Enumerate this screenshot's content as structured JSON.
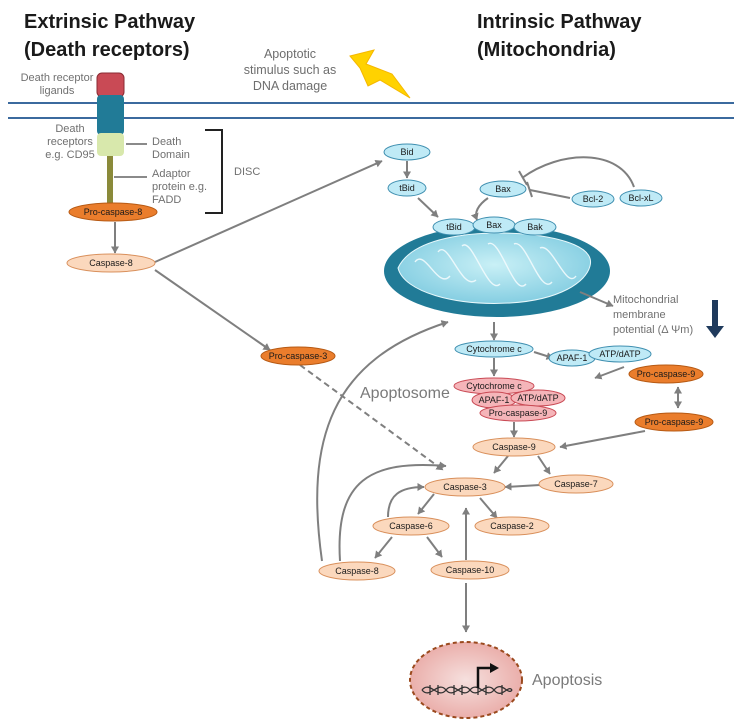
{
  "titles": {
    "extrinsic_line1": "Extrinsic Pathway",
    "extrinsic_line2": "(Death receptors)",
    "intrinsic_line1": "Intrinsic Pathway",
    "intrinsic_line2": "(Mitochondria)"
  },
  "stimulus": {
    "line1": "Apoptotic",
    "line2": "stimulus such as",
    "line3": "DNA damage"
  },
  "receptor": {
    "ligands_line1": "Death receptor",
    "ligands_line2": "ligands",
    "receptors_line1": "Death",
    "receptors_line2": "receptors",
    "receptors_line3": "e.g. CD95",
    "death_domain_line1": "Death",
    "death_domain_line2": "Domain",
    "adaptor_line1": "Adaptor",
    "adaptor_line2": "protein e.g.",
    "adaptor_line3": "FADD",
    "disc": "DISC"
  },
  "nodes": {
    "pro_caspase_8": "Pro-caspase-8",
    "caspase_8_top": "Caspase-8",
    "pro_caspase_3": "Pro-caspase-3",
    "bid": "Bid",
    "tbid": "tBid",
    "bax": "Bax",
    "bcl2": "Bcl-2",
    "bclxl": "Bcl-xL",
    "tbid2": "tBid",
    "bax2": "Bax",
    "bak": "Bak",
    "cytochrome_c": "Cytochrome c",
    "apaf1": "APAF-1",
    "atp_datp": "ATP/dATP",
    "apo_cytochrome_c": "Cytochrome c",
    "apo_apaf1": "APAF-1",
    "apo_atp": "ATP/dATP",
    "apo_procaspase9": "Pro-caspase-9",
    "pro_caspase_9_a": "Pro-caspase-9",
    "pro_caspase_9_b": "Pro-caspase-9",
    "caspase_9": "Caspase-9",
    "caspase_3": "Caspase-3",
    "caspase_7": "Caspase-7",
    "caspase_6": "Caspase-6",
    "caspase_2": "Caspase-2",
    "caspase_8_bottom": "Caspase-8",
    "caspase_10": "Caspase-10"
  },
  "labels": {
    "mmp_line1": "Mitochondrial",
    "mmp_line2": "membrane",
    "mmp_line3": "potential (Δ Ψm)",
    "apoptosome": "Apoptosome",
    "apoptosis": "Apoptosis"
  },
  "colors": {
    "membrane": "#3b6a9e",
    "light_blue": "#bfeaf6",
    "light_blue_stroke": "#3f8fb0",
    "orange_dark": "#ea7d2c",
    "peach": "#fbd8bd",
    "peach_stroke": "#d9905c",
    "pink": "#f5b5b9",
    "pink_stroke": "#c94a55",
    "teal": "#217b97",
    "bolt": "#ffd200"
  }
}
